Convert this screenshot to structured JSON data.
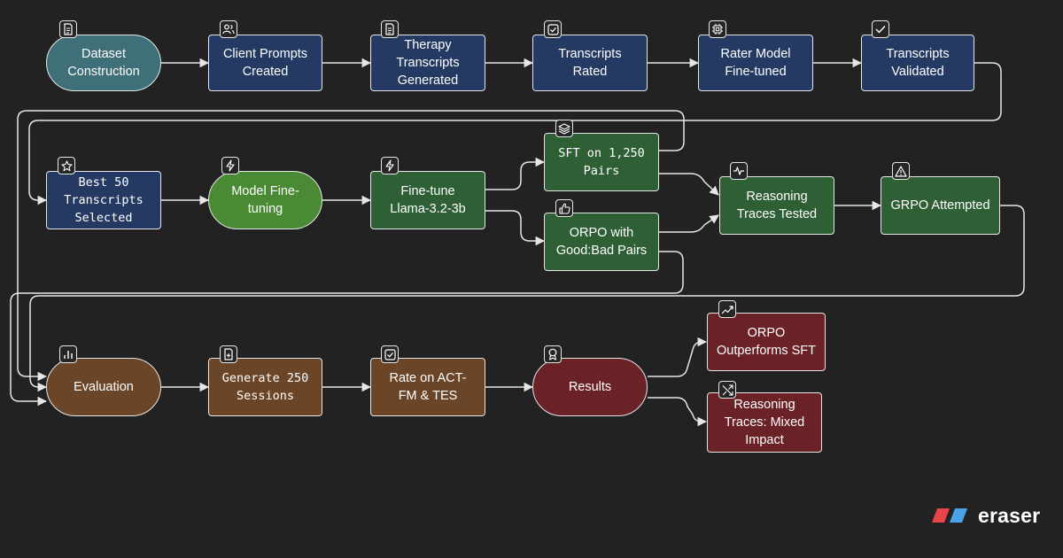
{
  "nodes": {
    "dataset_construction": "Dataset\nConstruction",
    "client_prompts": "Client Prompts\nCreated",
    "therapy_transcripts": "Therapy\nTranscripts\nGenerated",
    "transcripts_rated": "Transcripts Rated",
    "rater_model": "Rater Model\nFine-tuned",
    "transcripts_validated": "Transcripts\nValidated",
    "best_50": "Best 50\nTranscripts\nSelected",
    "model_finetuning": "Model Fine-\ntuning",
    "finetune_llama": "Fine-tune\nLlama-3.2-3b",
    "sft": "SFT on 1,250\nPairs",
    "orpo": "ORPO with\nGood:Bad Pairs",
    "reasoning_tested": "Reasoning\nTraces Tested",
    "grpo": "GRPO Attempted",
    "evaluation": "Evaluation",
    "generate_250": "Generate 250\nSessions",
    "rate_act": "Rate on ACT-\nFM & TES",
    "results": "Results",
    "orpo_outperforms": "ORPO\nOutperforms SFT",
    "reasoning_mixed": "Reasoning\nTraces: Mixed\nImpact"
  },
  "icons": {
    "dataset_construction": "document-icon",
    "client_prompts": "users-icon",
    "therapy_transcripts": "document-icon",
    "transcripts_rated": "checkbox-icon",
    "rater_model": "cpu-icon",
    "transcripts_validated": "check-icon",
    "best_50": "star-icon",
    "model_finetuning": "lightning-icon",
    "finetune_llama": "lightning-icon",
    "sft": "layers-icon",
    "orpo": "thumbs-up-icon",
    "reasoning_tested": "activity-icon",
    "grpo": "warning-icon",
    "evaluation": "bar-chart-icon",
    "generate_250": "file-plus-icon",
    "rate_act": "checkbox-icon",
    "results": "award-icon",
    "orpo_outperforms": "trending-up-icon",
    "reasoning_mixed": "shuffle-icon"
  },
  "colors": {
    "background": "#222222",
    "blue": "#243a63",
    "teal": "#3f6f78",
    "green": "#2f5f35",
    "light_green": "#4a8a35",
    "brown": "#6b4527",
    "red": "#6a2227",
    "stroke": "#e6e6e6"
  },
  "branding": {
    "text": "eraser"
  }
}
